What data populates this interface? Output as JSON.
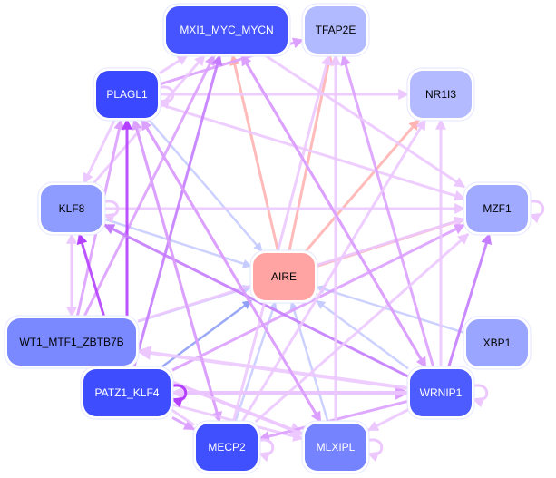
{
  "diagram": {
    "type": "network",
    "title": "",
    "colors": {
      "background": "#ffffff",
      "node_outline": "#e4e6ff",
      "edge_pink": "#ffb3b3",
      "edge_blue": "#c6ccff",
      "edge_blue_strong": "#8f9ff5",
      "edge_violet_light": "#ecc8ff",
      "edge_violet": "#dca0ff",
      "edge_violet_strong": "#c57cff",
      "edge_purple": "#b440ff"
    },
    "nodes": [
      {
        "id": "MXI1_MYC_MYCN",
        "label": "MXI1_MYC_MYCN",
        "fill": "#4554ff",
        "text": "#ffffff"
      },
      {
        "id": "TFAP2E",
        "label": "TFAP2E",
        "fill": "#b1b9ff",
        "text": "#000000"
      },
      {
        "id": "PLAGL1",
        "label": "PLAGL1",
        "fill": "#3a49ff",
        "text": "#ffffff"
      },
      {
        "id": "NR1I3",
        "label": "NR1I3",
        "fill": "#b3baff",
        "text": "#000000"
      },
      {
        "id": "KLF8",
        "label": "KLF8",
        "fill": "#8e9bff",
        "text": "#000000"
      },
      {
        "id": "MZF1",
        "label": "MZF1",
        "fill": "#a0aaff",
        "text": "#000000"
      },
      {
        "id": "AIRE",
        "label": "AIRE",
        "fill": "#ffa3a3",
        "text": "#000000"
      },
      {
        "id": "WT1_MTF1_ZBTB7B",
        "label": "WT1_MTF1_ZBTB7B",
        "fill": "#7a89ff",
        "text": "#000000"
      },
      {
        "id": "XBP1",
        "label": "XBP1",
        "fill": "#9aa5ff",
        "text": "#000000"
      },
      {
        "id": "PATZ1_KLF4",
        "label": "PATZ1_KLF4",
        "fill": "#3e4eff",
        "text": "#ffffff"
      },
      {
        "id": "WRNIP1",
        "label": "WRNIP1",
        "fill": "#4d5cff",
        "text": "#ffffff"
      },
      {
        "id": "MECP2",
        "label": "MECP2",
        "fill": "#4050ff",
        "text": "#ffffff"
      },
      {
        "id": "MLXIPL",
        "label": "MLXIPL",
        "fill": "#7683ff",
        "text": "#ffffff"
      }
    ],
    "edges": [
      {
        "from": "AIRE",
        "to": "MXI1_MYC_MYCN",
        "color": "edge_pink",
        "w": 3
      },
      {
        "from": "AIRE",
        "to": "TFAP2E",
        "color": "edge_pink",
        "w": 3
      },
      {
        "from": "AIRE",
        "to": "NR1I3",
        "color": "edge_pink",
        "w": 3
      },
      {
        "from": "AIRE",
        "to": "MZF1",
        "color": "edge_pink",
        "w": 3
      },
      {
        "from": "PLAGL1",
        "to": "AIRE",
        "color": "edge_blue",
        "w": 2.5
      },
      {
        "from": "KLF8",
        "to": "AIRE",
        "color": "edge_blue",
        "w": 2.5
      },
      {
        "from": "WT1_MTF1_ZBTB7B",
        "to": "AIRE",
        "color": "edge_blue",
        "w": 2.5
      },
      {
        "from": "XBP1",
        "to": "AIRE",
        "color": "edge_blue",
        "w": 2.5
      },
      {
        "from": "WRNIP1",
        "to": "AIRE",
        "color": "edge_blue",
        "w": 2.5
      },
      {
        "from": "MLXIPL",
        "to": "AIRE",
        "color": "edge_blue",
        "w": 2.5
      },
      {
        "from": "MECP2",
        "to": "AIRE",
        "color": "edge_blue",
        "w": 2.5
      },
      {
        "from": "PATZ1_KLF4",
        "to": "AIRE",
        "color": "edge_blue_strong",
        "w": 2.5
      },
      {
        "from": "PLAGL1",
        "to": "MXI1_MYC_MYCN",
        "color": "edge_violet_light",
        "w": 3
      },
      {
        "from": "PLAGL1",
        "to": "TFAP2E",
        "color": "edge_violet",
        "w": 3
      },
      {
        "from": "PLAGL1",
        "to": "NR1I3",
        "color": "edge_violet_light",
        "w": 3
      },
      {
        "from": "PLAGL1",
        "to": "MZF1",
        "color": "edge_violet_light",
        "w": 3
      },
      {
        "from": "PLAGL1",
        "to": "KLF8",
        "color": "edge_violet_light",
        "w": 3
      },
      {
        "from": "PLAGL1",
        "to": "MECP2",
        "color": "edge_violet",
        "w": 3
      },
      {
        "from": "PLAGL1",
        "to": "MLXIPL",
        "color": "edge_violet",
        "w": 3
      },
      {
        "from": "KLF8",
        "to": "MZF1",
        "color": "edge_violet_light",
        "w": 3
      },
      {
        "from": "KLF8",
        "to": "WT1_MTF1_ZBTB7B",
        "color": "edge_violet_light",
        "w": 3
      },
      {
        "from": "WT1_MTF1_ZBTB7B",
        "to": "KLF8",
        "color": "edge_violet_light",
        "w": 3
      },
      {
        "from": "KLF8",
        "to": "MXI1_MYC_MYCN",
        "color": "edge_violet_light",
        "w": 3
      },
      {
        "from": "WT1_MTF1_ZBTB7B",
        "to": "PLAGL1",
        "color": "edge_violet",
        "w": 3
      },
      {
        "from": "WT1_MTF1_ZBTB7B",
        "to": "MXI1_MYC_MYCN",
        "color": "edge_violet",
        "w": 3
      },
      {
        "from": "WT1_MTF1_ZBTB7B",
        "to": "MZF1",
        "color": "edge_violet_light",
        "w": 3
      },
      {
        "from": "WT1_MTF1_ZBTB7B",
        "to": "PATZ1_KLF4",
        "color": "edge_violet",
        "w": 3
      },
      {
        "from": "WT1_MTF1_ZBTB7B",
        "to": "MLXIPL",
        "color": "edge_violet_light",
        "w": 4
      },
      {
        "from": "PATZ1_KLF4",
        "to": "PLAGL1",
        "color": "edge_purple",
        "w": 3
      },
      {
        "from": "PATZ1_KLF4",
        "to": "KLF8",
        "color": "edge_purple",
        "w": 3
      },
      {
        "from": "PATZ1_KLF4",
        "to": "MXI1_MYC_MYCN",
        "color": "edge_violet_strong",
        "w": 3
      },
      {
        "from": "PATZ1_KLF4",
        "to": "WT1_MTF1_ZBTB7B",
        "color": "edge_violet",
        "w": 3
      },
      {
        "from": "PATZ1_KLF4",
        "to": "WRNIP1",
        "color": "edge_violet",
        "w": 4
      },
      {
        "from": "PATZ1_KLF4",
        "to": "MECP2",
        "color": "edge_violet",
        "w": 3
      },
      {
        "from": "PATZ1_KLF4",
        "to": "MZF1",
        "color": "edge_violet",
        "w": 3
      },
      {
        "from": "PATZ1_KLF4",
        "to": "MLXIPL",
        "color": "edge_violet_light",
        "w": 3
      },
      {
        "from": "WRNIP1",
        "to": "PATZ1_KLF4",
        "color": "edge_violet_light",
        "w": 4
      },
      {
        "from": "WRNIP1",
        "to": "KLF8",
        "color": "edge_violet_strong",
        "w": 3
      },
      {
        "from": "WRNIP1",
        "to": "MXI1_MYC_MYCN",
        "color": "edge_violet",
        "w": 3
      },
      {
        "from": "WRNIP1",
        "to": "TFAP2E",
        "color": "edge_violet",
        "w": 3
      },
      {
        "from": "WRNIP1",
        "to": "NR1I3",
        "color": "edge_violet_light",
        "w": 3
      },
      {
        "from": "WRNIP1",
        "to": "MZF1",
        "color": "edge_violet_strong",
        "w": 3
      },
      {
        "from": "WRNIP1",
        "to": "MECP2",
        "color": "edge_violet",
        "w": 3
      },
      {
        "from": "WRNIP1",
        "to": "MLXIPL",
        "color": "edge_violet_light",
        "w": 3
      },
      {
        "from": "WRNIP1",
        "to": "WT1_MTF1_ZBTB7B",
        "color": "edge_violet_light",
        "w": 4
      },
      {
        "from": "MECP2",
        "to": "PLAGL1",
        "color": "edge_violet",
        "w": 3
      },
      {
        "from": "MECP2",
        "to": "TFAP2E",
        "color": "edge_violet_light",
        "w": 3
      },
      {
        "from": "MECP2",
        "to": "MZF1",
        "color": "edge_violet_light",
        "w": 3
      },
      {
        "from": "MECP2",
        "to": "WT1_MTF1_ZBTB7B",
        "color": "edge_violet_light",
        "w": 3
      },
      {
        "from": "MECP2",
        "to": "NR1I3",
        "color": "edge_violet_light",
        "w": 3
      },
      {
        "from": "MLXIPL",
        "to": "PLAGL1",
        "color": "edge_violet",
        "w": 3
      },
      {
        "from": "MLXIPL",
        "to": "WT1_MTF1_ZBTB7B",
        "color": "edge_violet_light",
        "w": 3
      },
      {
        "from": "MLXIPL",
        "to": "TFAP2E",
        "color": "edge_violet_light",
        "w": 3
      },
      {
        "from": "MXI1_MYC_MYCN",
        "to": "WRNIP1",
        "color": "edge_violet",
        "w": 3
      },
      {
        "from": "MXI1_MYC_MYCN",
        "to": "MZF1",
        "color": "edge_violet_light",
        "w": 3
      }
    ],
    "self_loops": [
      {
        "node": "MZF1",
        "color": "edge_violet_light"
      },
      {
        "node": "WRNIP1",
        "color": "edge_violet_light"
      },
      {
        "node": "MECP2",
        "color": "edge_violet_light"
      },
      {
        "node": "MLXIPL",
        "color": "edge_violet_light"
      },
      {
        "node": "PATZ1_KLF4",
        "color": "edge_purple"
      },
      {
        "node": "PLAGL1",
        "color": "edge_violet_light"
      },
      {
        "node": "KLF8",
        "color": "edge_violet_light"
      }
    ]
  }
}
